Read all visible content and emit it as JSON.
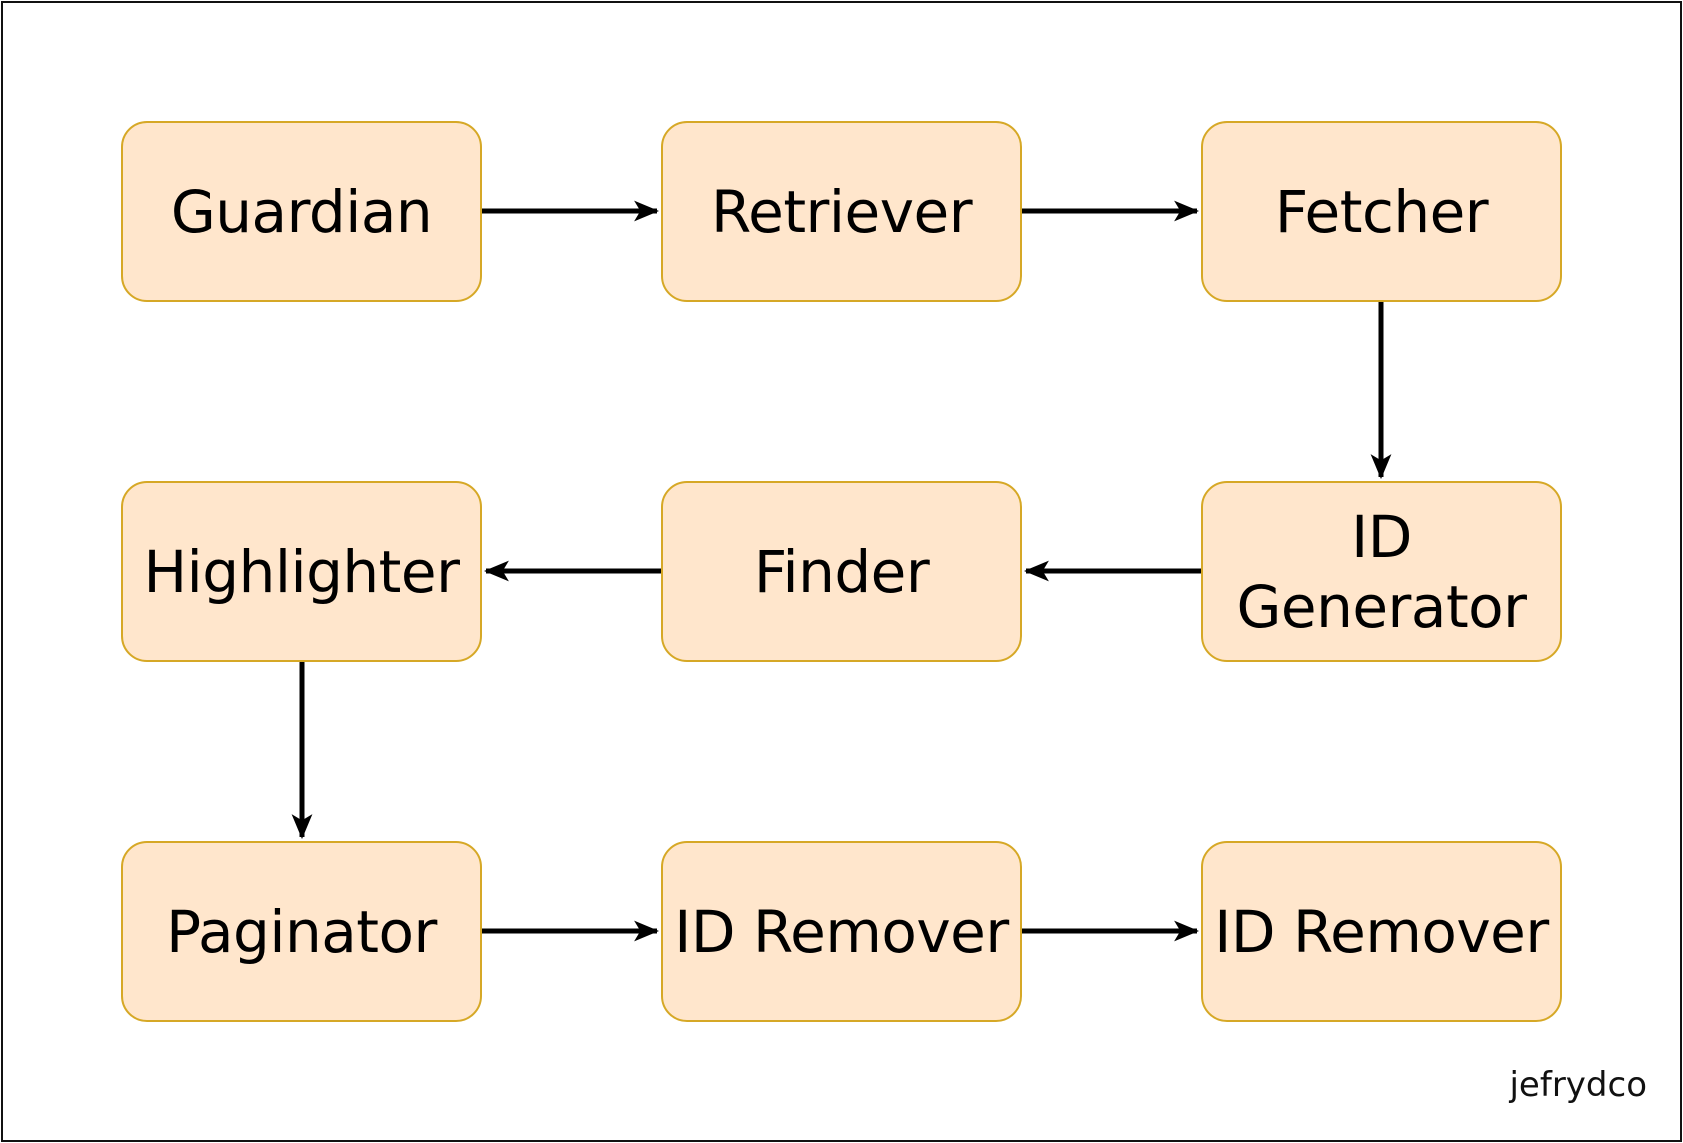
{
  "diagram": {
    "nodes": [
      {
        "id": "guardian",
        "label": "Guardian"
      },
      {
        "id": "retriever",
        "label": "Retriever"
      },
      {
        "id": "fetcher",
        "label": "Fetcher"
      },
      {
        "id": "id-generator",
        "label": "ID\nGenerator"
      },
      {
        "id": "finder",
        "label": "Finder"
      },
      {
        "id": "highlighter",
        "label": "Highlighter"
      },
      {
        "id": "paginator",
        "label": "Paginator"
      },
      {
        "id": "id-remover-1",
        "label": "ID Remover"
      },
      {
        "id": "id-remover-2",
        "label": "ID Remover"
      }
    ],
    "edges": [
      {
        "from": "guardian",
        "to": "retriever"
      },
      {
        "from": "retriever",
        "to": "fetcher"
      },
      {
        "from": "fetcher",
        "to": "id-generator"
      },
      {
        "from": "id-generator",
        "to": "finder"
      },
      {
        "from": "finder",
        "to": "highlighter"
      },
      {
        "from": "highlighter",
        "to": "paginator"
      },
      {
        "from": "paginator",
        "to": "id-remover-1"
      },
      {
        "from": "id-remover-1",
        "to": "id-remover-2"
      }
    ],
    "colors": {
      "node_fill": "#ffe6cc",
      "node_border": "#d6a826",
      "edge": "#000000"
    }
  },
  "watermark": "jefrydco"
}
